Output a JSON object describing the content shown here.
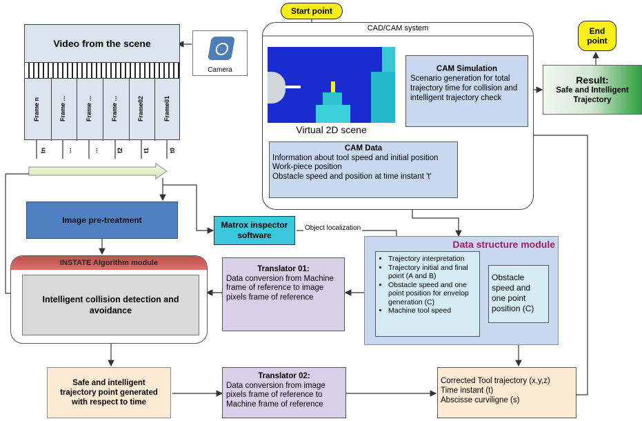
{
  "start_point": "Start point",
  "end_point": "End\npoint",
  "cadcam": {
    "title": "CAD/CAM system",
    "virtual_scene_label": "Virtual 2D scene",
    "cam_simulation": {
      "title": "CAM Simulation",
      "text": "Scenario generation for total trajectory time for collision and intelligent trajectory check"
    },
    "cam_data": {
      "title": "CAM Data",
      "lines": [
        "Information about tool speed and initial position",
        "Work-piece position",
        "Obstacle speed and position at time instant 't'"
      ]
    }
  },
  "result": {
    "title": "Result:",
    "text": "Safe and Intelligent Trajectory"
  },
  "video": {
    "title": "Video from the scene",
    "frames": [
      "Frame n",
      "Frame ...",
      "Frame ...",
      "Frame ...",
      "Frame02",
      "Frame01"
    ],
    "times": [
      "tn",
      "...",
      "...",
      "...",
      "t2",
      "t1",
      "t0"
    ]
  },
  "camera_label": "Camera",
  "image_pretreatment": "Image pre-treatment",
  "matrox": "Matrox inspector software",
  "object_localization": "Object localization",
  "data_structure": {
    "title": "Data structure module",
    "items": [
      "Trajectory interpretation",
      "Trajectory initial and final point (A and B)",
      "Obstacle speed and one point position for envelop generation (C)",
      "Machine tool speed"
    ],
    "obstacle": "Obstacle speed and one point position (C)"
  },
  "instate": {
    "title": "INSTATE Algorithm module",
    "inner": "Intelligent collision detection and avoidance"
  },
  "translator01": {
    "title": "Translator 01:",
    "text": "Data conversion from Machine frame of reference to image pixels frame of reference"
  },
  "translator02": {
    "title": "Translator 02:",
    "text": "Data conversion from image pixels frame of reference to Machine frame of reference"
  },
  "safe_point": "Safe and intelligent trajectory point generated with respect to time",
  "corrected": {
    "lines": [
      "Corrected Tool trajectory (x,y,z)",
      "Time instant (t)",
      "Abscisse curviligne (s)"
    ]
  },
  "colors": {
    "yellow": "#f7ee1a",
    "video_header": "#dce4f0",
    "blue_box": "#4f80c0",
    "cyan_box": "#3cc8dc",
    "lavender": "#d8d0e8",
    "light_blue": "#c8d8ee",
    "peach": "#fdebd3",
    "green": "#2e9e3c",
    "red_header": "#c0504d"
  }
}
